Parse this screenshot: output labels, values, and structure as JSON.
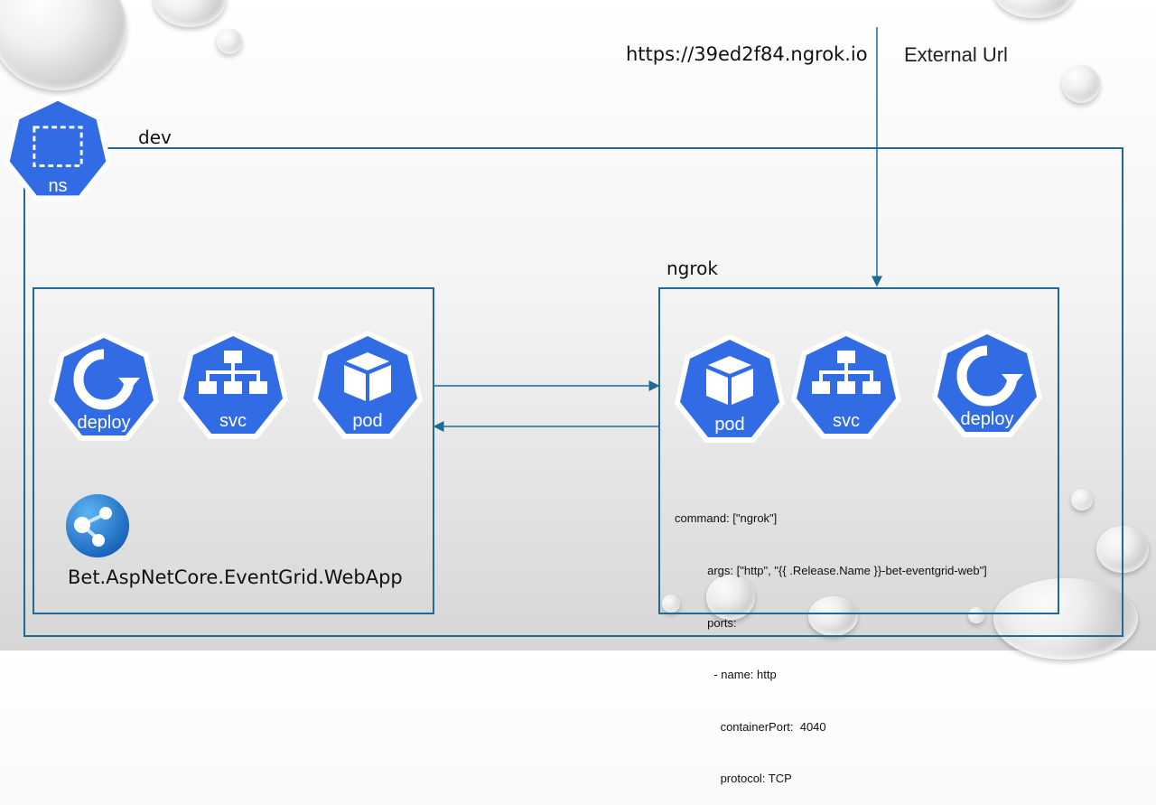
{
  "external": {
    "url": "https://39ed2f84.ngrok.io",
    "label": "External Url"
  },
  "namespace": {
    "icon_caption": "ns",
    "name": "dev"
  },
  "left_group": {
    "icons": [
      {
        "icon": "deploy-icon",
        "caption": "deploy"
      },
      {
        "icon": "svc-icon",
        "caption": "svc"
      },
      {
        "icon": "pod-icon",
        "caption": "pod"
      }
    ],
    "app_icon": "web-app-icon",
    "app_name": "Bet.AspNetCore.EventGrid.WebApp"
  },
  "right_group": {
    "title": "ngrok",
    "icons": [
      {
        "icon": "pod-icon",
        "caption": "pod"
      },
      {
        "icon": "svc-icon",
        "caption": "svc"
      },
      {
        "icon": "deploy-icon",
        "caption": "deploy"
      }
    ],
    "yaml_lines": [
      "command: [\"ngrok\"]",
      "          args: [\"http\", \"{{ .Release.Name }}-bet-eventgrid-web\"]",
      "          ports:",
      "            - name: http",
      "              containerPort:  4040",
      "              protocol: TCP"
    ]
  },
  "colors": {
    "k8s_blue": "#326ce5",
    "border_blue": "#1f6b95"
  }
}
